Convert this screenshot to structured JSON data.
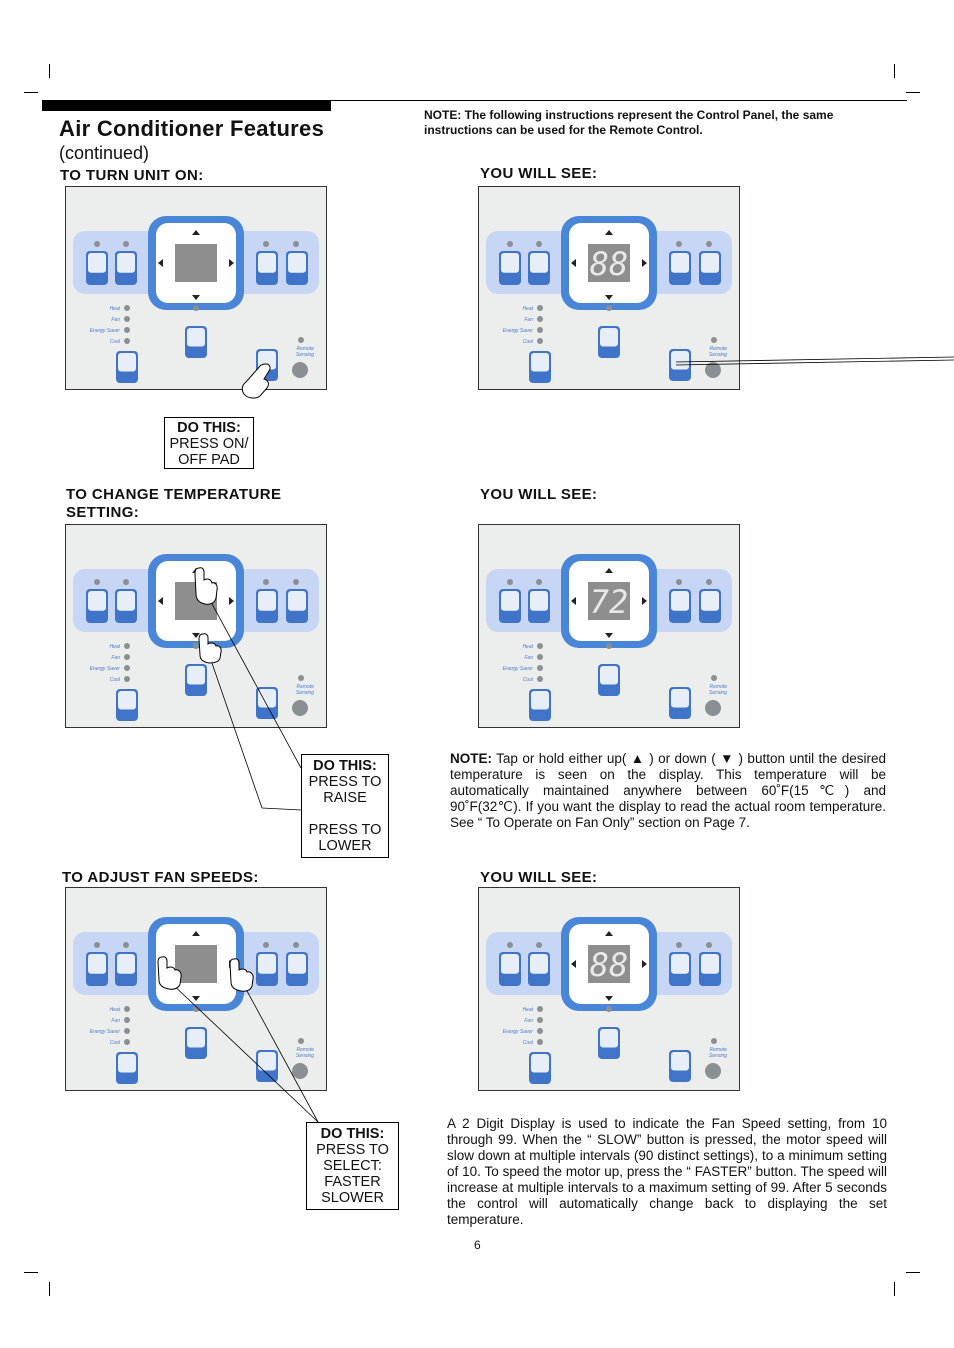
{
  "header": {
    "title": "Air Conditioner Features",
    "subtitle": "(continued)",
    "note": "NOTE: The following instructions represent the Control Panel, the same instructions can be used for the Remote Control."
  },
  "panel_labels": {
    "heat": "Heat",
    "fan": "Fan",
    "energy_saver": "Energy Saver",
    "cool": "Cool",
    "remote_sensing_1": "Remote",
    "remote_sensing_2": "Sensing"
  },
  "sections": {
    "turn_on": {
      "heading": "TO TURN UNIT ON:",
      "see": "YOU WILL SEE:",
      "do_this": "DO THIS:",
      "instruction_1": "PRESS ON/",
      "instruction_2": "OFF PAD",
      "display": "88"
    },
    "temperature": {
      "heading_1": "TO CHANGE TEMPERATURE",
      "heading_2": "SETTING:",
      "see": "YOU WILL SEE:",
      "do_this": "DO THIS:",
      "instruction_1": "PRESS TO",
      "instruction_2": "RAISE",
      "instruction_3": "PRESS TO",
      "instruction_4": "LOWER",
      "display": "72",
      "note_label": "NOTE:",
      "note_text": "Tap or hold either up( ▲ ) or down ( ▼ ) button until the desired temperature is seen on the display. This temperature will be automatically maintained anywhere between 60˚F(15℃) and 90˚F(32℃). If you want the display to read the actual room temperature. See “ To Operate on Fan Only” section on Page 7."
    },
    "fan": {
      "heading": "TO ADJUST FAN SPEEDS:",
      "see": "YOU WILL SEE:",
      "do_this": "DO THIS:",
      "instruction_1": "PRESS TO",
      "instruction_2": "SELECT:",
      "instruction_3": "FASTER",
      "instruction_4": "SLOWER",
      "display": "88",
      "description": "A 2 Digit Display is used to indicate the Fan Speed setting, from 10 through 99. When the “ SLOW” button is pressed, the motor speed will slow down at multiple intervals (90 distinct settings), to a minimum setting of 10. To speed the motor up, press the “ FASTER” button. The speed will increase at multiple intervals to a maximum setting of 99. After 5 seconds the control will automatically change back to displaying the set temperature."
    }
  },
  "page_number": "6",
  "colors": {
    "panel_bg": "#eceeee",
    "band": "#c7d6f5",
    "ring": "#4a86d8",
    "button": "#3f74c9",
    "led": "#8a8f94",
    "display": "#8e8e8e"
  }
}
